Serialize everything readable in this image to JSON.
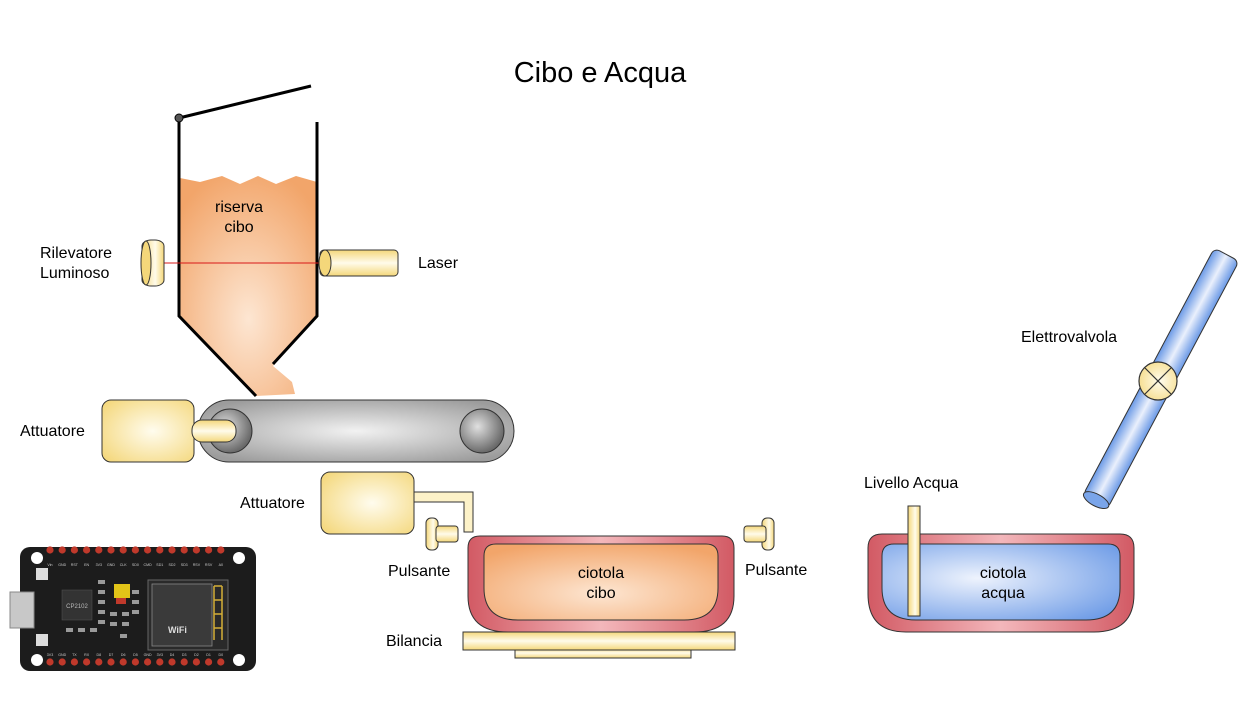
{
  "title": "Cibo e Acqua",
  "labels": {
    "riserva": [
      "riserva",
      "cibo"
    ],
    "rilevatore": [
      "Rilevatore",
      "Luminoso"
    ],
    "laser": "Laser",
    "attuatore_top": "Attuatore",
    "attuatore_bottom": "Attuatore",
    "pulsante_left": "Pulsante",
    "pulsante_right": "Pulsante",
    "ciotola_cibo": [
      "ciotola",
      "cibo"
    ],
    "bilancia": "Bilancia",
    "livello_acqua": "Livello Acqua",
    "elettrovalvola": "Elettrovalvola",
    "ciotola_acqua": [
      "ciotola",
      "acqua"
    ]
  },
  "board": {
    "chip_text": "CP2102",
    "logo_text": "WiFi",
    "pin_labels_top": [
      "Vin",
      "GND",
      "RST",
      "EN",
      "3V3",
      "GND",
      "CLK",
      "SD0",
      "CMD",
      "SD1",
      "SD2",
      "SD3",
      "RSV",
      "RSV",
      "A0"
    ],
    "pin_labels_bottom": [
      "3V3",
      "GND",
      "TX",
      "RX",
      "D8",
      "D7",
      "D6",
      "D5",
      "GND",
      "3V3",
      "D4",
      "D3",
      "D2",
      "D1",
      "D0"
    ]
  },
  "colors": {
    "food": "#f2a66a",
    "food_light": "#fbe2cd",
    "yellow": "#f5dc82",
    "yellow_light": "#fffae6",
    "blue": "#6a9ae8",
    "blue_light": "#e4edfb",
    "bowl_rim": "#d86a72",
    "grey": "#9a9a9a",
    "laser": "#d81818",
    "board": "#1c1c1c"
  }
}
